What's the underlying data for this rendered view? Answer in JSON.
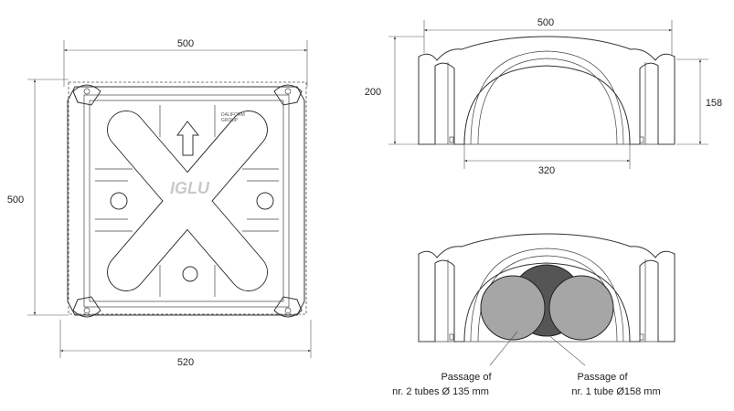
{
  "plan_view": {
    "dim_top": "500",
    "dim_left": "500",
    "dim_bottom": "520",
    "logo": "IGLU",
    "brand": [
      "DALIFORM",
      "GROUP"
    ]
  },
  "side_view": {
    "dim_top": "500",
    "dim_height_left": "200",
    "dim_height_right": "158",
    "dim_arch": "320"
  },
  "passage_view": {
    "label_left": [
      "Passage of",
      "nr. 2 tubes Ø 135 mm"
    ],
    "label_right": [
      "Passage of",
      "nr. 1 tube Ø158 mm"
    ]
  },
  "colors": {
    "tube_light": "#a6a6a6",
    "tube_dark": "#555555",
    "line": "#333333"
  }
}
